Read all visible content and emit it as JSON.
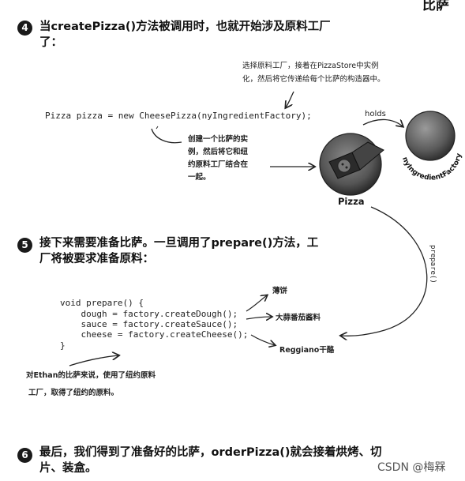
{
  "corner_text": "比萨",
  "step4": {
    "number": "4",
    "line1": "当createPizza()方法被调用时，也就开始涉及原料工厂",
    "line2": "了："
  },
  "note_top": {
    "line1": "选择原料工厂，接着在PizzaStore中实例",
    "line2": "化，然后将它传递给每个比萨的构造器中。"
  },
  "code1": "Pizza pizza = new CheesePizza(nyIngredientFactory);",
  "holds_label": "holds",
  "factory_label": "nyIngredientFactory",
  "note_mid": {
    "line1": "创建一个比萨的实",
    "line2": "例，然后将它和纽",
    "line3": "约原料工厂结合在",
    "line4": "一起。"
  },
  "pizza_label": "Pizza",
  "prepare_label": "prepare()",
  "step5": {
    "number": "5",
    "line1": "接下来需要准备比萨。一旦调用了prepare()方法，工",
    "line2": "厂将被要求准备原料："
  },
  "code2": {
    "l1": "void prepare() {",
    "l2": "    dough = factory.createDough();",
    "l3": "    sauce = factory.createSauce();",
    "l4": "    cheese = factory.createCheese();",
    "l5": "}"
  },
  "ingredients": {
    "dough": "薄饼",
    "sauce": "大蒜番茄酱料",
    "cheese": "Reggiano干酪"
  },
  "note_ethan": {
    "line1": "对Ethan的比萨来说，使用了纽约原料",
    "line2": "工厂，取得了纽约的原料。"
  },
  "step6": {
    "number": "6",
    "line1": "最后，我们得到了准备好的比萨，orderPizza()就会接着烘烤、切",
    "line2": "片、装盒。"
  },
  "watermark": "CSDN @梅槑"
}
